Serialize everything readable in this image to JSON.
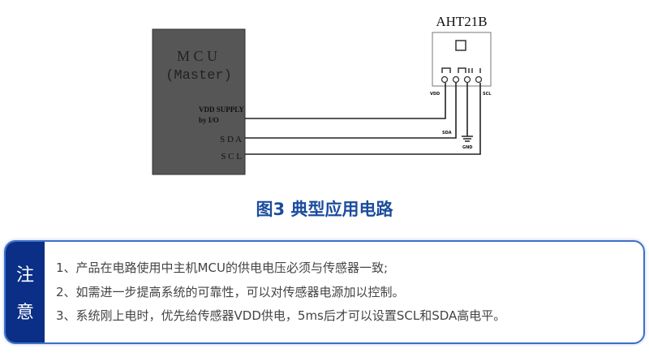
{
  "diagram": {
    "mcu_title": "M C U",
    "mcu_subtitle": "(Master)",
    "vdd_label_1": "VDD SUPPLY",
    "vdd_label_2": "by I/O",
    "sda_label": "S D A",
    "scl_label": "S C L",
    "sensor_name": "AHT21B",
    "pin_vdd": "VDD",
    "pin_sda": "SDA",
    "pin_gnd": "GND",
    "pin_scl": "SCL"
  },
  "caption": "图3  典型应用电路",
  "note": {
    "label_1": "注",
    "label_2": "意",
    "lines": [
      "1、产品在电路使用中主机MCU的供电电压必须与传感器一致;",
      "2、如需进一步提高系统的可靠性，可以对传感器电源加以控制。",
      "3、系统刚上电时，优先给传感器VDD供电，5ms后才可以设置SCL和SDA高电平。"
    ]
  }
}
